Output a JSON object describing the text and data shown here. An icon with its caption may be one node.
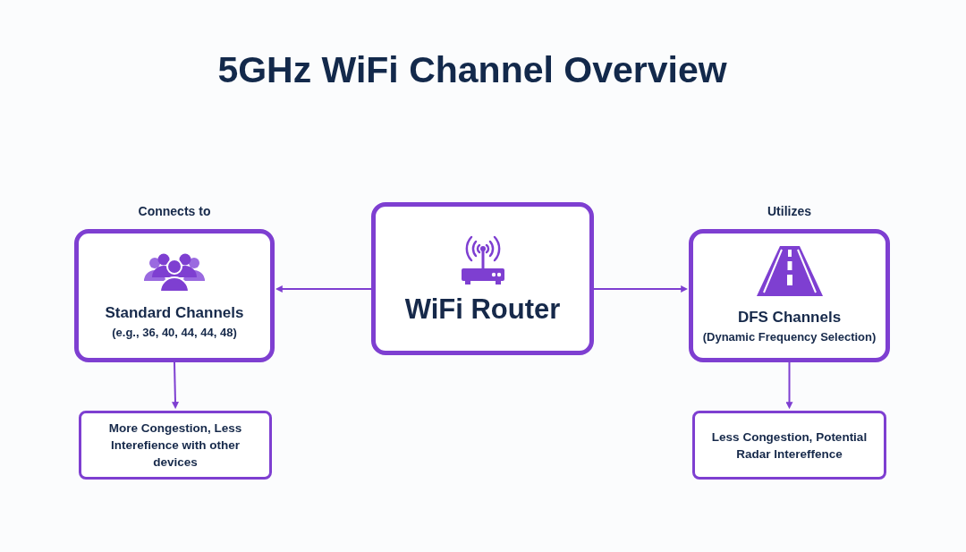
{
  "diagram": {
    "title": "5GHz WiFi Channel Overview",
    "nodes": [
      {
        "text": [
          "WiFi Router"
        ]
      },
      {
        "text": [
          "Standard Channels",
          "(e.g., 36, 40, 44, 44, 48)"
        ],
        "beside": [
          "Connects to"
        ]
      },
      {
        "text": [
          "DFS Channels",
          "(Dynamic Frequency Selection)"
        ],
        "beside": [
          "Utilizes"
        ]
      },
      {
        "text": [
          "More Congestion, Less Interefience with other devices"
        ]
      },
      {
        "text": [
          "Less Congestion, Potential Radar Intereffence"
        ]
      }
    ],
    "edges": [
      {
        "from": 0,
        "to": 1,
        "arrow": "to"
      },
      {
        "from": 0,
        "to": 2,
        "arrow": "to"
      },
      {
        "from": 1,
        "to": 3,
        "arrow": "to"
      },
      {
        "from": 2,
        "to": 4,
        "arrow": "to"
      }
    ]
  }
}
